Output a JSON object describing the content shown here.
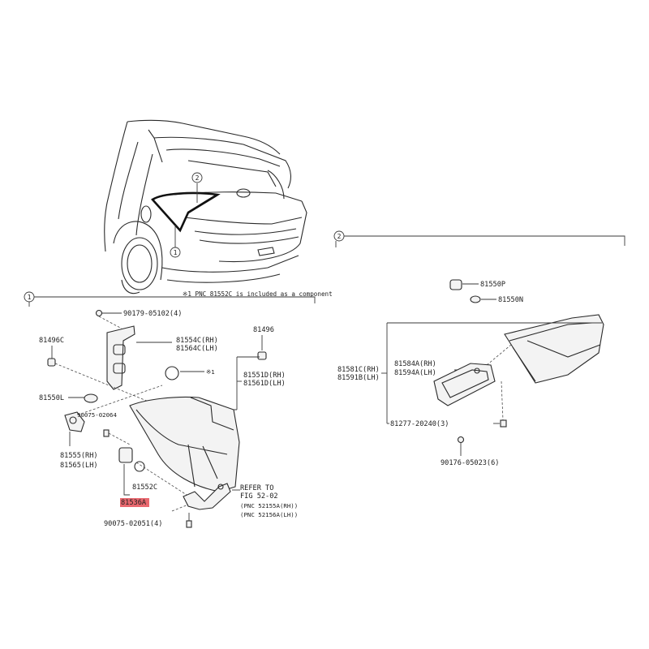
{
  "note_component": "※1 PNC 81552C is included as a component",
  "callout_1": "1",
  "callout_2": "2",
  "section_1_label": "1",
  "section_2_label": "2",
  "left": {
    "p90179": "90179-05102(4)",
    "p81554c_rh": "81554C(RH)",
    "p81564c_lh": "81564C(LH)",
    "p81496": "81496",
    "p81496c": "81496C",
    "ref_mark": "※1",
    "p81551d_rh": "81551D(RH)",
    "p81561d_lh": "81561D(LH)",
    "p81550l": "81550L",
    "p90075_2064": "90075-02064",
    "p81555_rh": "81555(RH)",
    "p81565_lh": "81565(LH)",
    "p81552c": "81552C",
    "p81536a": "81536A",
    "refer_to": "REFER TO",
    "fig": "FIG 52-02",
    "pnc_rh": "(PNC 52155A(RH))",
    "pnc_lh": "(PNC 52156A(LH))",
    "p90075_2051": "90075-02051(4)"
  },
  "right": {
    "p81550p": "81550P",
    "p81550n": "81550N",
    "p81581c_rh": "81581C(RH)",
    "p81591b_lh": "81591B(LH)",
    "p81584a_rh": "81584A(RH)",
    "p81594a_lh": "81594A(LH)",
    "p81277": "81277-20240(3)",
    "p90176": "90176-05023(6)"
  },
  "colors": {
    "highlight": "#e9686f",
    "line": "#3a3a3a",
    "text": "#1e1e1e"
  }
}
